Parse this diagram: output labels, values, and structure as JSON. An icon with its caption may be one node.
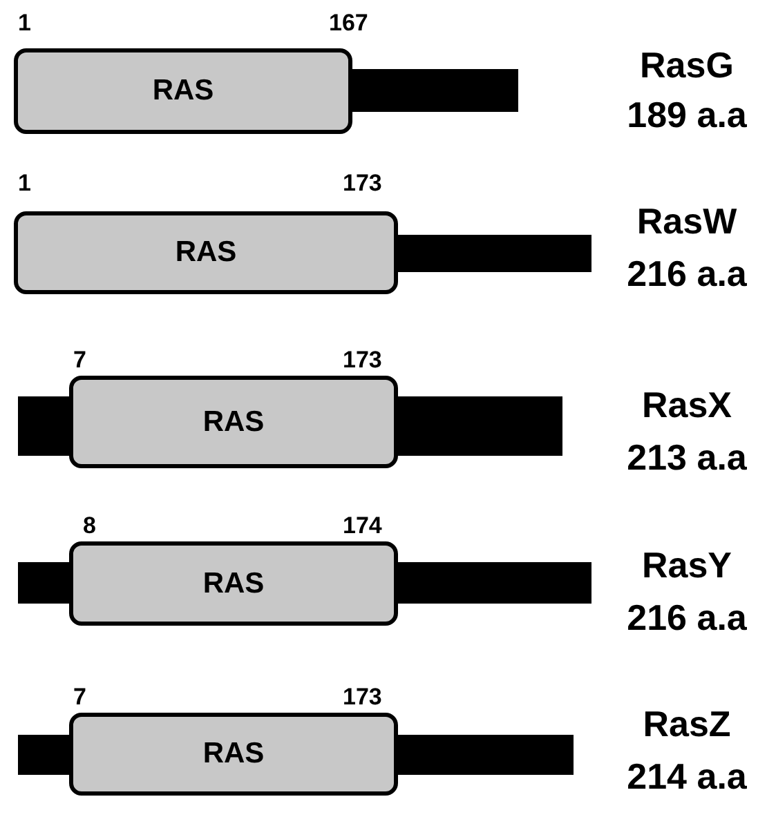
{
  "diagram": {
    "nodes": [
      {
        "text": [
          "RAS"
        ]
      },
      {
        "text": [
          "RAS"
        ]
      },
      {
        "text": [
          "RAS"
        ]
      },
      {
        "text": [
          "RAS"
        ]
      },
      {
        "text": [
          "RAS"
        ]
      },
      {
        "text": [],
        "shape": "bar"
      },
      {
        "text": [],
        "shape": "bar"
      },
      {
        "text": [],
        "shape": "bar"
      },
      {
        "text": [],
        "shape": "bar"
      },
      {
        "text": [],
        "shape": "bar"
      },
      {
        "text": [],
        "shape": "bar"
      },
      {
        "text": [],
        "shape": "bar"
      },
      {
        "text": [],
        "shape": "bar"
      }
    ],
    "labels": [
      "1",
      "167",
      "RasG",
      "189 a.a",
      "1",
      "173",
      "RasW",
      "216 a.a",
      "7",
      "173",
      "RasX",
      "213 a.a",
      "8",
      "174",
      "RasY",
      "216 a.a",
      "7",
      "173",
      "RasZ",
      "214 a.a"
    ]
  }
}
